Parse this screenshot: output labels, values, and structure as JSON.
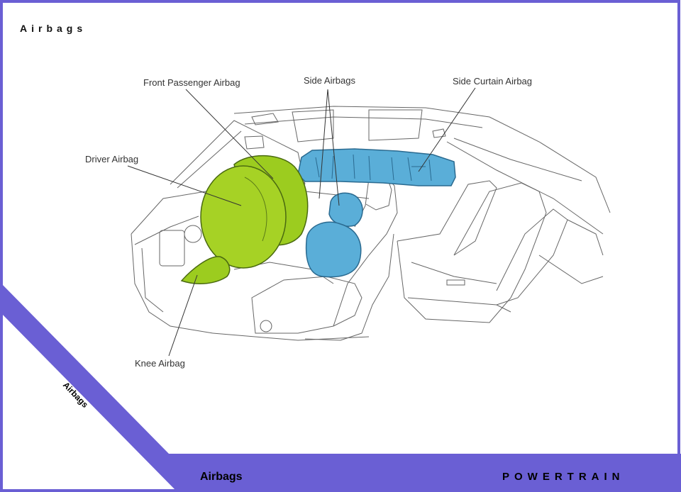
{
  "page": {
    "title": "Airbags",
    "footer_left": "Airbags",
    "footer_right": "POWERTRAIN",
    "diagonal_label": "Airbags"
  },
  "callouts": {
    "front_passenger": "Front Passenger Airbag",
    "side_airbags": "Side Airbags",
    "side_curtain": "Side Curtain Airbag",
    "driver": "Driver Airbag",
    "knee": "Knee Airbag"
  },
  "colors": {
    "brand_band": "#6a5fd4",
    "front_airbag_green": "#9ccc1f",
    "side_airbag_blue": "#5aaed8",
    "line_art": "#555555"
  }
}
